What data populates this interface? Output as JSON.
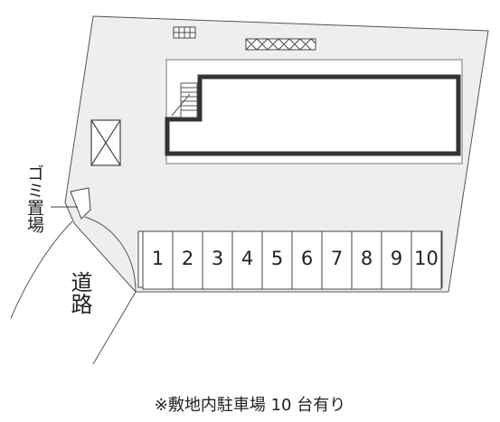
{
  "colors": {
    "site": "#eeeeee",
    "building_outline": "#333333",
    "line": "#444444",
    "paper": "#ffffff"
  },
  "labels": {
    "garbage": "ゴミ置場",
    "road": "道路",
    "note": "※敷地内駐車場 10 台有り"
  },
  "parking": {
    "slots": [
      "1",
      "2",
      "3",
      "4",
      "5",
      "6",
      "7",
      "8",
      "9",
      "10"
    ]
  },
  "icons": [
    "mailbox-icon",
    "hatched-box-icon",
    "crossed-box-icon",
    "stairs-icon"
  ]
}
